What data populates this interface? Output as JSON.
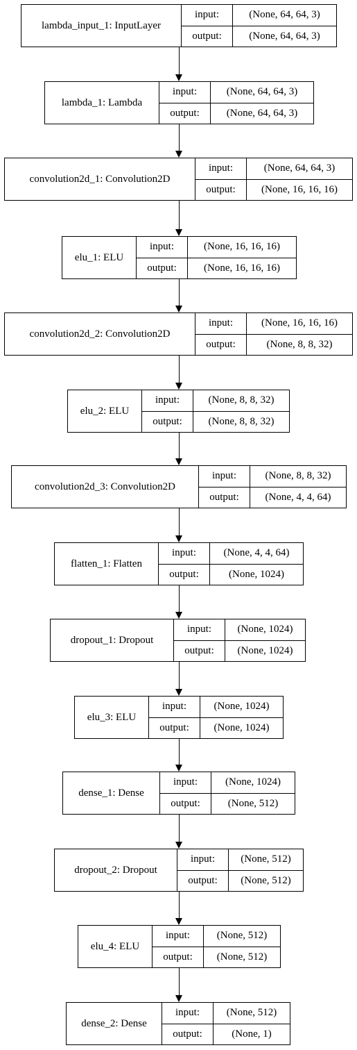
{
  "layers": [
    {
      "name": "lambda_input_1: InputLayer",
      "input_label": "input:",
      "output_label": "output:",
      "input_shape": "(None, 64, 64, 3)",
      "output_shape": "(None, 64, 64, 3)"
    },
    {
      "name": "lambda_1: Lambda",
      "input_label": "input:",
      "output_label": "output:",
      "input_shape": "(None, 64, 64, 3)",
      "output_shape": "(None, 64, 64, 3)"
    },
    {
      "name": "convolution2d_1: Convolution2D",
      "input_label": "input:",
      "output_label": "output:",
      "input_shape": "(None, 64, 64, 3)",
      "output_shape": "(None, 16, 16, 16)"
    },
    {
      "name": "elu_1: ELU",
      "input_label": "input:",
      "output_label": "output:",
      "input_shape": "(None, 16, 16, 16)",
      "output_shape": "(None, 16, 16, 16)"
    },
    {
      "name": "convolution2d_2: Convolution2D",
      "input_label": "input:",
      "output_label": "output:",
      "input_shape": "(None, 16, 16, 16)",
      "output_shape": "(None, 8, 8, 32)"
    },
    {
      "name": "elu_2: ELU",
      "input_label": "input:",
      "output_label": "output:",
      "input_shape": "(None, 8, 8, 32)",
      "output_shape": "(None, 8, 8, 32)"
    },
    {
      "name": "convolution2d_3: Convolution2D",
      "input_label": "input:",
      "output_label": "output:",
      "input_shape": "(None, 8, 8, 32)",
      "output_shape": "(None, 4, 4, 64)"
    },
    {
      "name": "flatten_1: Flatten",
      "input_label": "input:",
      "output_label": "output:",
      "input_shape": "(None, 4, 4, 64)",
      "output_shape": "(None, 1024)"
    },
    {
      "name": "dropout_1: Dropout",
      "input_label": "input:",
      "output_label": "output:",
      "input_shape": "(None, 1024)",
      "output_shape": "(None, 1024)"
    },
    {
      "name": "elu_3: ELU",
      "input_label": "input:",
      "output_label": "output:",
      "input_shape": "(None, 1024)",
      "output_shape": "(None, 1024)"
    },
    {
      "name": "dense_1: Dense",
      "input_label": "input:",
      "output_label": "output:",
      "input_shape": "(None, 1024)",
      "output_shape": "(None, 512)"
    },
    {
      "name": "dropout_2: Dropout",
      "input_label": "input:",
      "output_label": "output:",
      "input_shape": "(None, 512)",
      "output_shape": "(None, 512)"
    },
    {
      "name": "elu_4: ELU",
      "input_label": "input:",
      "output_label": "output:",
      "input_shape": "(None, 512)",
      "output_shape": "(None, 512)"
    },
    {
      "name": "dense_2: Dense",
      "input_label": "input:",
      "output_label": "output:",
      "input_shape": "(None, 512)",
      "output_shape": "(None, 1)"
    }
  ]
}
